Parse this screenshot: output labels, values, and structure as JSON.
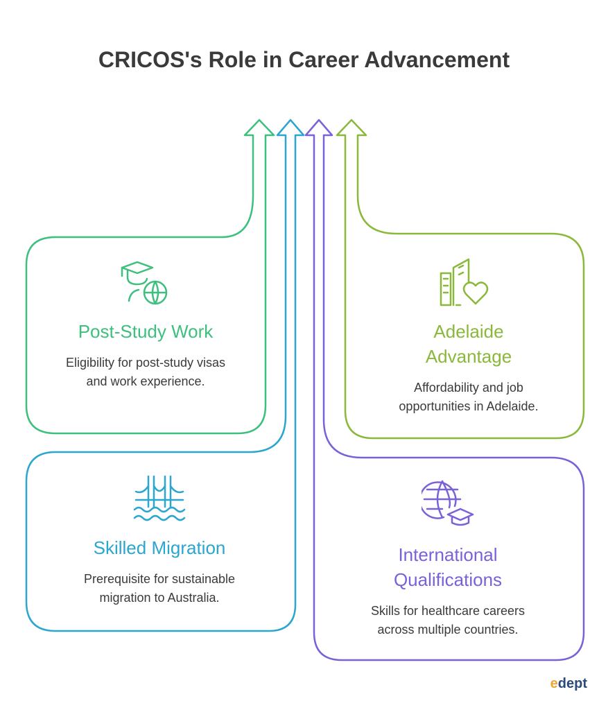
{
  "title": "CRICOS's Role in Career Advancement",
  "cards": [
    {
      "key": "post_study",
      "title": "Post-Study Work",
      "description": "Eligibility for post-study visas and work experience.",
      "color": "#3dbf7e",
      "icon": "graduate-globe-icon"
    },
    {
      "key": "adelaide",
      "title": "Adelaide Advantage",
      "description": "Affordability and job opportunities in Adelaide.",
      "color": "#8ab83a",
      "icon": "city-heart-icon"
    },
    {
      "key": "skilled",
      "title": "Skilled Migration",
      "description": "Prerequisite for sustainable migration to Australia.",
      "color": "#2aa6cf",
      "icon": "bridge-icon"
    },
    {
      "key": "international",
      "title": "International Qualifications",
      "description": "Skills for healthcare careers across multiple countries.",
      "color": "#7b61d9",
      "icon": "globe-graduation-cap-icon"
    }
  ],
  "logo": {
    "mark": "e",
    "text": "dept"
  }
}
